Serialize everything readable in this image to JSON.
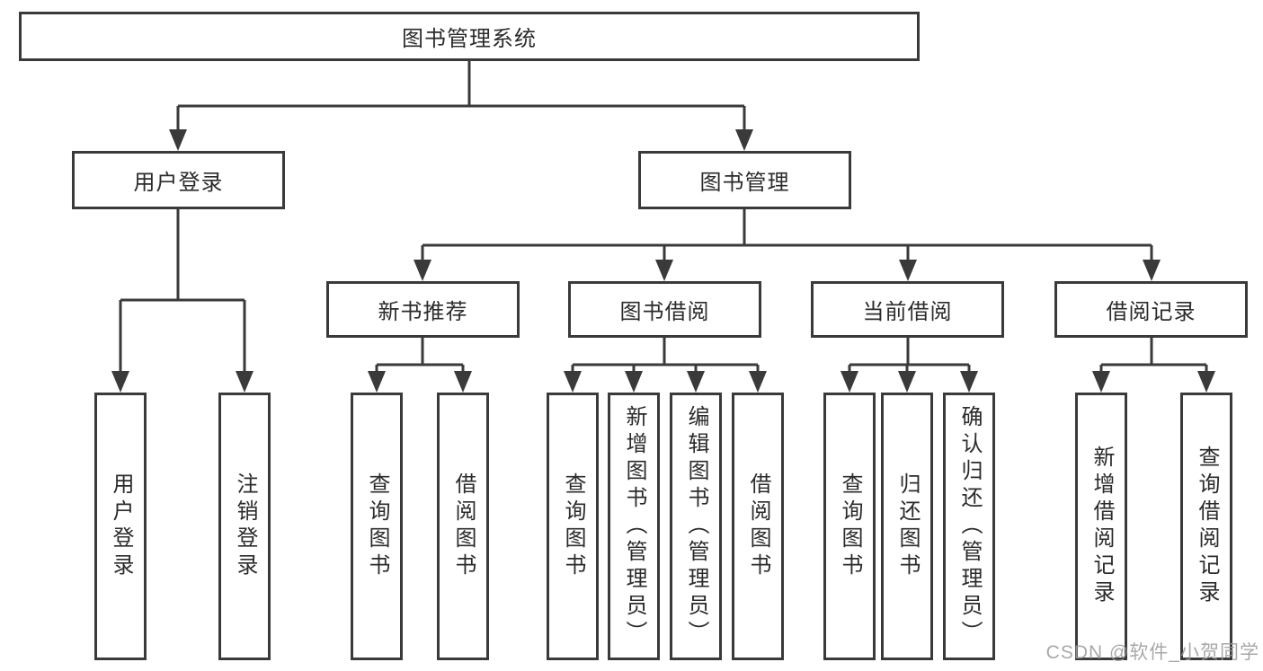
{
  "watermark": "CSDN @软件_小贺同学",
  "colors": {
    "line": "#3a3a3a",
    "text": "#2b2b2b",
    "watermark": "#9a9a9a"
  },
  "chart_data": {
    "type": "tree-diagram",
    "title": "图书管理系统",
    "levels": 4
  },
  "tree": {
    "root": "图书管理系统",
    "children": [
      {
        "label": "用户登录",
        "children": [
          "用户登录",
          "注销登录"
        ]
      },
      {
        "label": "图书管理",
        "children": [
          {
            "label": "新书推荐",
            "children": [
              "查询图书",
              "借阅图书"
            ]
          },
          {
            "label": "图书借阅",
            "children": [
              "查询图书",
              "新增图书（管理员）",
              "编辑图书（管理员）",
              "借阅图书"
            ]
          },
          {
            "label": "当前借阅",
            "children": [
              "查询图书",
              "归还图书",
              "确认归还（管理员）"
            ]
          },
          {
            "label": "借阅记录",
            "children": [
              "新增借阅记录",
              "查询借阅记录"
            ]
          }
        ]
      }
    ]
  }
}
